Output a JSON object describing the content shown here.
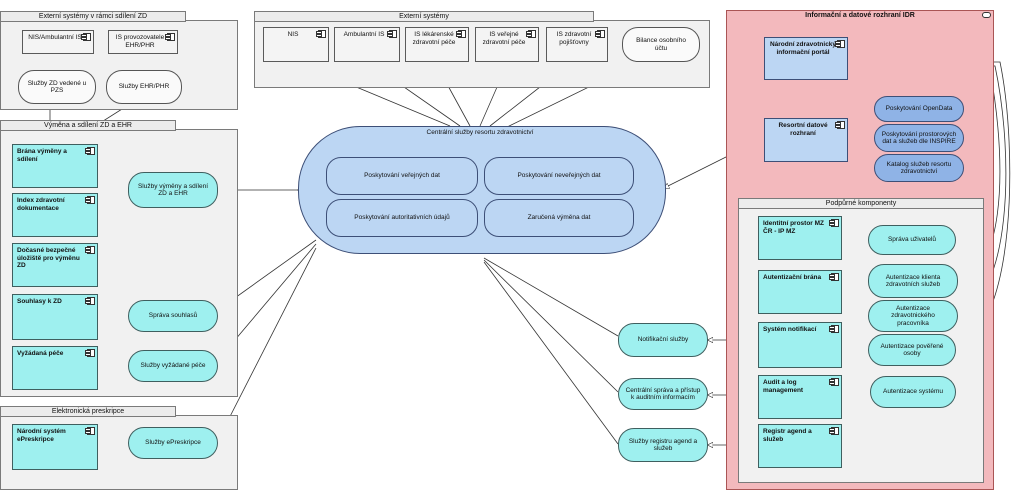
{
  "groups": {
    "ext_sharing": "Externí systémy v rámci sdílení ZD",
    "ext_systems": "Externí systémy",
    "exchange": "Výměna a sdílení ZD a EHR",
    "eprescription": "Elektronická preskripce",
    "idr": "Informační a datové rozhraní IDR",
    "support": "Podpůrné komponenty",
    "central": "Centrální služby resortu zdravotnictví"
  },
  "ext_sharing": {
    "nis_ambulant": "NIS/Ambulantní IS",
    "is_ehr": "IS provozovatele EHR/PHR",
    "svc_pzs": "Služby ZD vedené u PZS",
    "svc_ehr": "Služby EHR/PHR"
  },
  "ext_systems": {
    "nis": "NIS",
    "ambulant_is": "Ambulantní IS",
    "is_pharmacy": "IS lékárenské zdravotní péče",
    "is_public_health": "IS veřejné zdravotní péče",
    "is_insurance": "IS zdravotní pojišťovny",
    "balance": "Bilance osobního účtu"
  },
  "exchange": {
    "gateway": "Brána výměny a sdílení",
    "index": "Index zdravotní dokumentace",
    "storage": "Dočasné bezpečné úložiště pro výměnu ZD",
    "consents": "Souhlasy k ZD",
    "requested": "Vyžádaná péče",
    "svc_exchange": "Služby výměny a sdílení ZD a EHR",
    "svc_consents": "Správa souhlasů",
    "svc_requested": "Služby vyžádané péče"
  },
  "eprescription": {
    "system": "Národní systém ePreskripce",
    "svc": "Služby ePreskripce"
  },
  "central": {
    "public_data": "Poskytování veřejných dat",
    "nonpublic_data": "Poskytování neveřejných dat",
    "authoritative": "Poskytování autoritativních údajů",
    "guaranteed": "Zaručená výměna dat"
  },
  "idr": {
    "portal": "Národní zdravotnický informační portál",
    "interface": "Resortní datové rozhraní",
    "opendata": "Poskytování OpenData",
    "spatial": "Poskytování prostorových dat a služeb dle INSPIRE",
    "catalog": "Katalog služeb resortu zdravotnictví"
  },
  "support": {
    "identity": "Identitní prostor MZ ČR - IP MZ",
    "auth_gate": "Autentizační brána",
    "notify_sys": "Systém notifikací",
    "audit": "Audit a log management",
    "registry": "Registr agend a služeb",
    "user_mgmt": "Správa uživatelů",
    "auth_client": "Autentizace klienta zdravotních služeb",
    "auth_worker": "Autentizace zdravotnického pracovníka",
    "auth_person": "Autentizace pověřené osoby",
    "auth_system": "Autentizace systému"
  },
  "services": {
    "notifications": "Notifikační služby",
    "audit_access": "Centrální správa a přístup k auditním informacím",
    "registry_svc": "Služby registru agend a služeb"
  }
}
